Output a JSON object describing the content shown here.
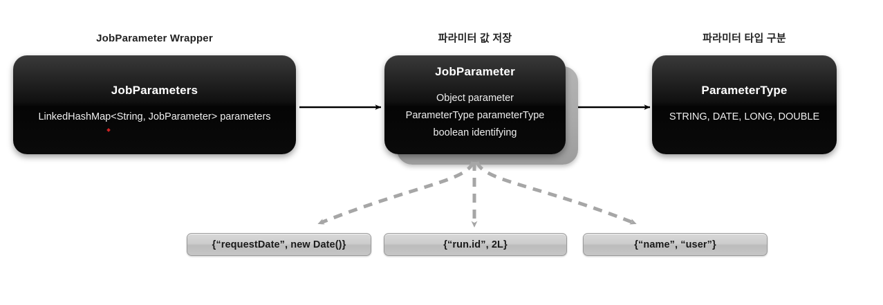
{
  "diagram": {
    "title": "Spring Batch JobParameters structure diagram",
    "background_color": "#ffffff",
    "captions": [
      {
        "id": "caption-left",
        "label": "JobParameter Wrapper"
      },
      {
        "id": "caption-middle",
        "label": "파라미터 값 저장"
      },
      {
        "id": "caption-right",
        "label": "파라미터 타입 구분"
      }
    ],
    "boxes": [
      {
        "id": "jobparameters",
        "title": "JobParameters",
        "lines": [
          "LinkedHashMap<String, JobParameter> parameters"
        ],
        "style": "black-glossy",
        "color": "#0a0a0a"
      },
      {
        "id": "jobparameter",
        "title": "JobParameter",
        "lines": [
          "Object parameter",
          "ParameterType parameterType",
          "boolean identifying"
        ],
        "style": "black-glossy-stacked",
        "color": "#0a0a0a",
        "stack_color": "#a8a8a8"
      },
      {
        "id": "parametertype",
        "title": "ParameterType",
        "lines": [
          "STRING, DATE, LONG, DOUBLE"
        ],
        "style": "black-glossy",
        "color": "#0a0a0a"
      }
    ],
    "examples": [
      {
        "id": "example-request-date",
        "label": "{“requestDate”, new Date()}"
      },
      {
        "id": "example-run-id",
        "label": "{“run.id”, 2L}"
      },
      {
        "id": "example-name-user",
        "label": "{“name”, “user”}"
      }
    ],
    "connectors": [
      {
        "id": "arrow-jobparameters-to-jobparameter",
        "style": "solid",
        "color": "#000000"
      },
      {
        "id": "arrow-jobparameter-to-parametertype",
        "style": "solid",
        "color": "#000000"
      },
      {
        "id": "arrow-jobparameter-to-request-date",
        "style": "dashed",
        "color": "#a6a6a6"
      },
      {
        "id": "arrow-jobparameter-to-run-id",
        "style": "dashed",
        "color": "#a6a6a6"
      },
      {
        "id": "arrow-jobparameter-to-name-user",
        "style": "dashed",
        "color": "#a6a6a6"
      }
    ]
  }
}
